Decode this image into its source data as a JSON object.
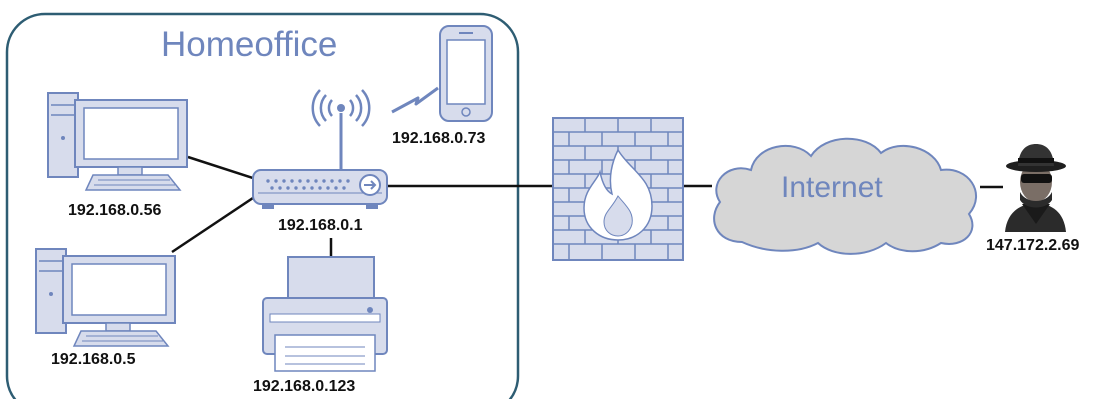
{
  "diagram": {
    "zone_title": "Homeoffice",
    "devices": {
      "pc_top": {
        "icon": "desktop-computer-icon",
        "ip": "192.168.0.56"
      },
      "pc_bottom": {
        "icon": "desktop-computer-icon",
        "ip": "192.168.0.5"
      },
      "router": {
        "icon": "wireless-router-icon",
        "ip": "192.168.0.1"
      },
      "phone": {
        "icon": "smartphone-icon",
        "ip": "192.168.0.73"
      },
      "printer": {
        "icon": "printer-icon",
        "ip": "192.168.0.123"
      },
      "firewall": {
        "icon": "firewall-icon"
      },
      "internet": {
        "icon": "cloud-icon",
        "label": "Internet"
      },
      "attacker": {
        "icon": "hacker-icon",
        "ip": "147.172.2.69"
      }
    },
    "colors": {
      "zone_border": "#2e5d73",
      "zone_title": "#6f86bd",
      "device_fill": "#d7dcec",
      "device_stroke": "#6f86bd",
      "link": "#111111",
      "internet_text": "#6f86bd",
      "cloud_fill": "#d6d6d6",
      "cloud_stroke": "#6f86bd"
    }
  }
}
